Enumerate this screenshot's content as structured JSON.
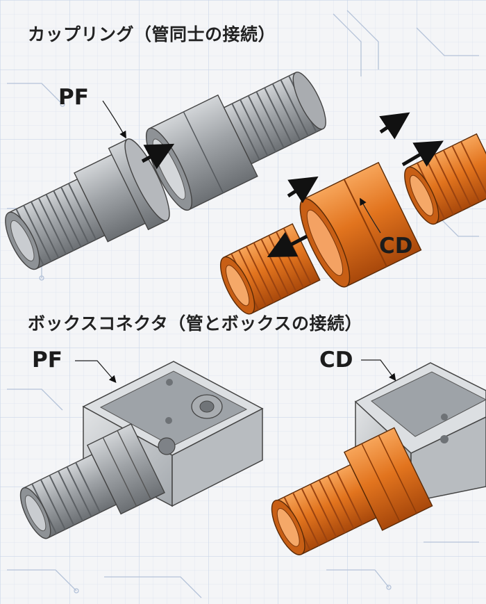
{
  "sections": {
    "coupling": {
      "title": "カップリング（管同士の接続）",
      "pf_label": "PF",
      "cd_label": "CD"
    },
    "box_connector": {
      "title": "ボックスコネクタ（管とボックスの接続）",
      "pf_label": "PF",
      "cd_label": "CD"
    }
  },
  "colors": {
    "pf_gray": "#9a9ea2",
    "cd_orange": "#e2741e",
    "box_metal": "#c4c8cc",
    "grid_line": "#c9d6e8",
    "arrow": "#111111"
  }
}
